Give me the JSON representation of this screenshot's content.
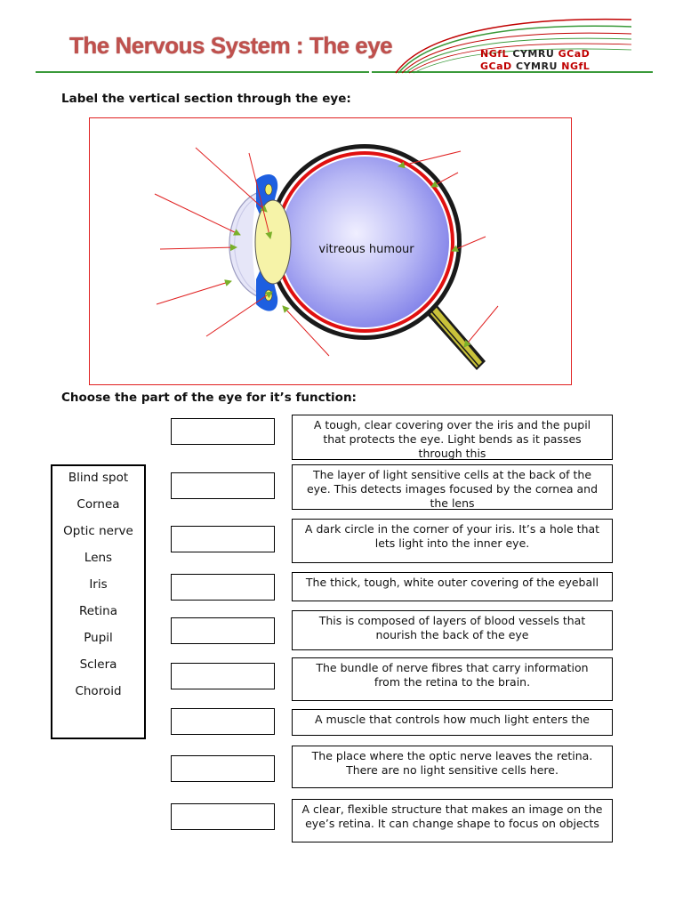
{
  "header": {
    "title": "The Nervous System : The eye",
    "logo_line1": {
      "a": "NGfL",
      "b": "CYMRU",
      "c": "GCaD"
    },
    "logo_line2": {
      "a": "GCaD",
      "b": "CYMRU",
      "c": "NGfL"
    }
  },
  "section1": {
    "heading": "Label the vertical section through the eye:",
    "diagram_label": "vitreous humour"
  },
  "section2": {
    "heading": "Choose the part of the eye for it’s function:",
    "word_bank": [
      "Blind spot",
      "Cornea",
      "Optic nerve",
      "Lens",
      "Iris",
      "Retina",
      "Pupil",
      "Sclera",
      "Choroid"
    ],
    "descriptions": [
      "A tough, clear covering over the iris and the pupil that protects the eye. Light bends as it passes through this",
      "The layer of light sensitive cells at the back of the eye. This detects images focused by the cornea and the lens",
      "A dark circle in the corner of your iris. It’s a hole that lets light into the inner eye.",
      "The thick, tough, white outer covering of the eyeball",
      "This is composed of layers of blood vessels that nourish the back of the eye",
      "The bundle of nerve fibres that carry information from the retina to the brain.",
      "A muscle that controls how much light enters the",
      "The place where the optic nerve leaves the retina. There are no light sensitive cells here.",
      "A clear, flexible structure that makes an image on the eye’s retina. It can change shape to focus on objects"
    ]
  },
  "colors": {
    "title": "#c0504d",
    "header_rule": "#3a9a3a",
    "frame": "#e02020",
    "arrow": "#e02020"
  }
}
